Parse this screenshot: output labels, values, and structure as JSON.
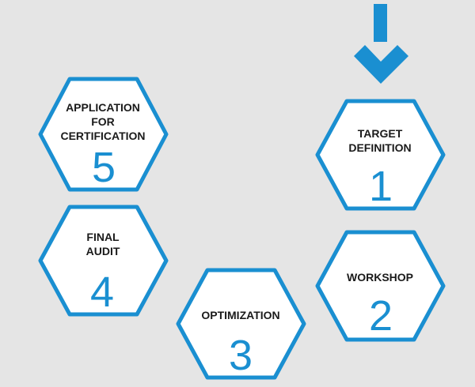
{
  "accent_color": "#1a8fd1",
  "background_color": "#e5e5e5",
  "start_indicator": "arrow-down-icon",
  "steps": [
    {
      "number": "1",
      "title_lines": [
        "TARGET",
        "DEFINITION"
      ]
    },
    {
      "number": "2",
      "title_lines": [
        "WORKSHOP"
      ]
    },
    {
      "number": "3",
      "title_lines": [
        "OPTIMIZATION"
      ]
    },
    {
      "number": "4",
      "title_lines": [
        "FINAL",
        "AUDIT"
      ]
    },
    {
      "number": "5",
      "title_lines": [
        "APPLICATION",
        "FOR",
        "CERTIFICATION"
      ]
    }
  ]
}
